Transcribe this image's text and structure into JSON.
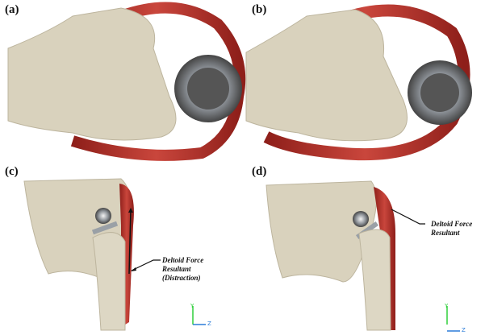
{
  "panels": [
    {
      "label": "(a)"
    },
    {
      "label": "(b)"
    },
    {
      "label": "(c)"
    },
    {
      "label": "(d)"
    }
  ],
  "annotations": {
    "c": [
      "Deltoid Force",
      "Resultant",
      "(Distraction)"
    ],
    "d": [
      "Deltoid Force",
      "Resultant"
    ]
  },
  "axes": {
    "y": "Y",
    "z": "Z"
  },
  "colors": {
    "bone": "#d9d2bd",
    "muscle": "#b8332b",
    "metal": "#9aa0a6",
    "y_axis": "#2fcf3a",
    "z_axis": "#2a7bd8"
  }
}
